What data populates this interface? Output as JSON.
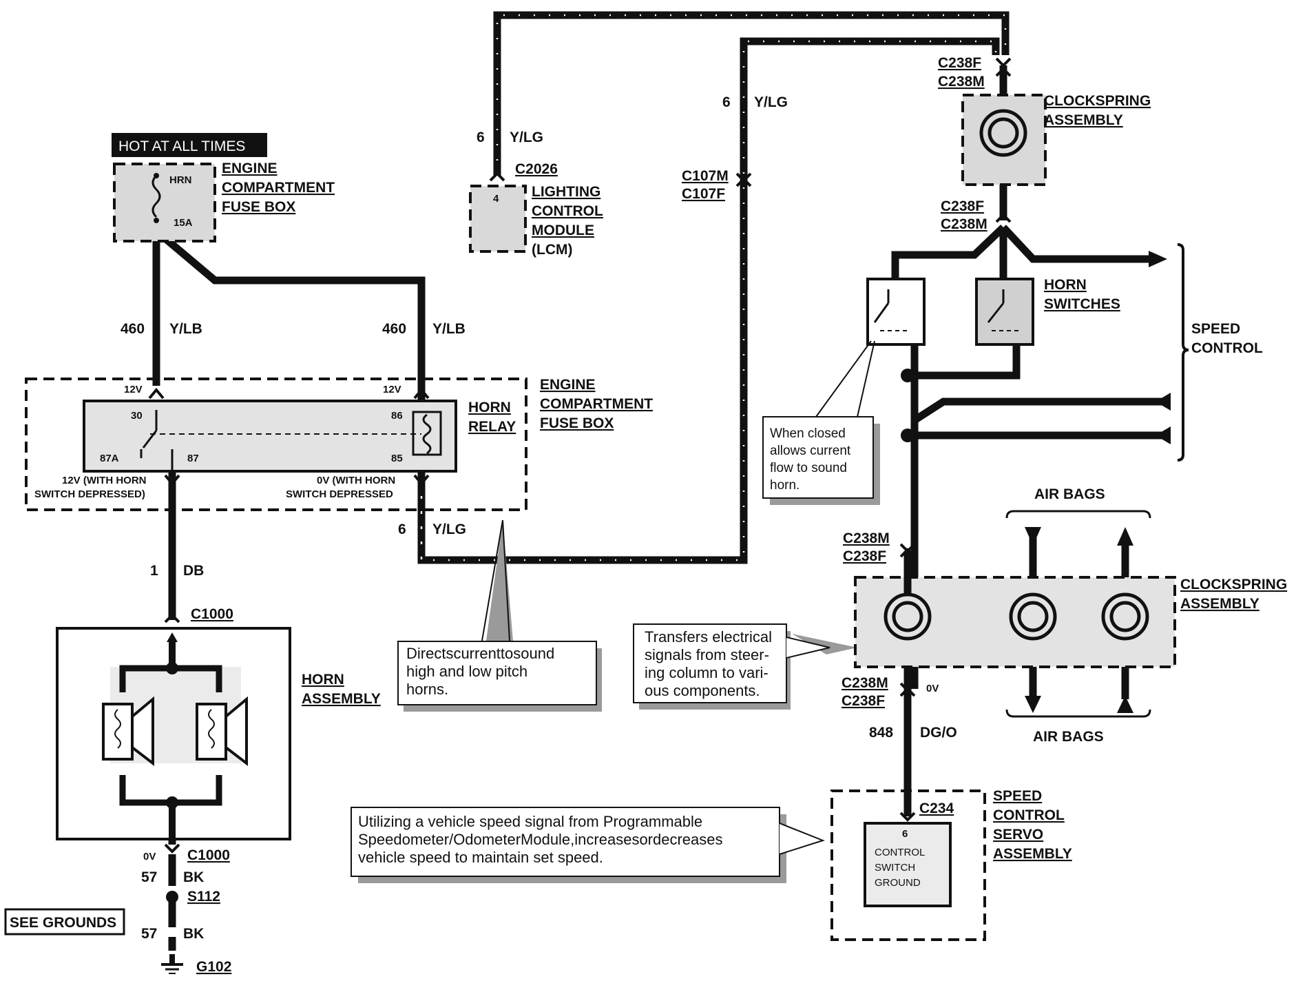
{
  "title_box": "HOT AT ALL TIMES",
  "fuse_box_top": {
    "title": [
      "ENGINE",
      "COMPARTMENT",
      "FUSE BOX"
    ],
    "fuse_name": "HRN",
    "fuse_rating": "15A"
  },
  "wires": {
    "left_feed": {
      "circuit": "460",
      "color": "Y/LB"
    },
    "right_feed": {
      "circuit": "460",
      "color": "Y/LB"
    },
    "lcm_wire": {
      "circuit": "6",
      "color": "Y/LG"
    },
    "mid_wire": {
      "circuit": "6",
      "color": "Y/LG"
    },
    "relay_out": {
      "circuit": "6",
      "color": "Y/LG"
    },
    "horn_feed": {
      "circuit": "1",
      "color": "DB"
    },
    "ground_1": {
      "circuit": "57",
      "color": "BK"
    },
    "ground_2": {
      "circuit": "57",
      "color": "BK"
    },
    "servo_wire": {
      "circuit": "848",
      "color": "DG/O"
    }
  },
  "lcm": {
    "connector": "C2026",
    "pin": "4",
    "title": [
      "LIGHTING",
      "CONTROL",
      "MODULE",
      "(LCM)"
    ]
  },
  "connectors": {
    "c107": [
      "C107M",
      "C107F"
    ],
    "c238_top": [
      "C238F",
      "C238M"
    ],
    "c238_mid": [
      "C238F",
      "C238M"
    ],
    "c238_low": [
      "C238M",
      "C238F"
    ],
    "c238_bot": [
      "C238M",
      "C238F"
    ],
    "c1000_top": "C1000",
    "c1000_bot": "C1000",
    "s112": "S112",
    "g102": "G102",
    "c234": "C234"
  },
  "relay": {
    "title": [
      "HORN",
      "RELAY"
    ],
    "box_title": [
      "ENGINE",
      "COMPARTMENT",
      "FUSE BOX"
    ],
    "pin30": "30",
    "pin86": "86",
    "pin87A": "87A",
    "pin87": "87",
    "pin85": "85",
    "v_left_top": "12V",
    "v_right_top": "12V",
    "v_left_bottom": [
      "12V (WITH HORN",
      "SWITCH DEPRESSED)"
    ],
    "v_right_bottom": [
      "0V (WITH HORN",
      "SWITCH DEPRESSED"
    ]
  },
  "clockspring_top": [
    "CLOCKSPRING",
    "ASSEMBLY"
  ],
  "clockspring_bottom": [
    "CLOCKSPRING",
    "ASSEMBLY"
  ],
  "horn_switches": [
    "HORN",
    "SWITCHES"
  ],
  "speed_control": [
    "SPEED",
    "CONTROL"
  ],
  "air_bags_top": "AIR BAGS",
  "air_bags_bottom": "AIR BAGS",
  "voltage_0v_clock": "0V",
  "voltage_0v_horn": "0V",
  "horn_assembly": [
    "HORN",
    "ASSEMBLY"
  ],
  "see_grounds": "SEE GROUNDS",
  "servo": {
    "title": [
      "SPEED",
      "CONTROL",
      "SERVO",
      "ASSEMBLY"
    ],
    "pin": "6",
    "lines": [
      "CONTROL",
      "SWITCH",
      "GROUND"
    ]
  },
  "notes": {
    "switch_note": [
      "When  closed",
      "allows current",
      "flow to sound",
      "horn."
    ],
    "relay_note": [
      "Directscurrenttosound",
      "high   and   low   pitch",
      "horns."
    ],
    "clock_note": [
      "Transfers electrical",
      "signals from steer-",
      "ing column to vari-",
      "ous components."
    ],
    "servo_note": [
      "Utilizing  a  vehicle  speed  signal  from  Programmable",
      "Speedometer/OdometerModule,increasesordecreases",
      "vehicle speed to maintain set speed."
    ]
  }
}
